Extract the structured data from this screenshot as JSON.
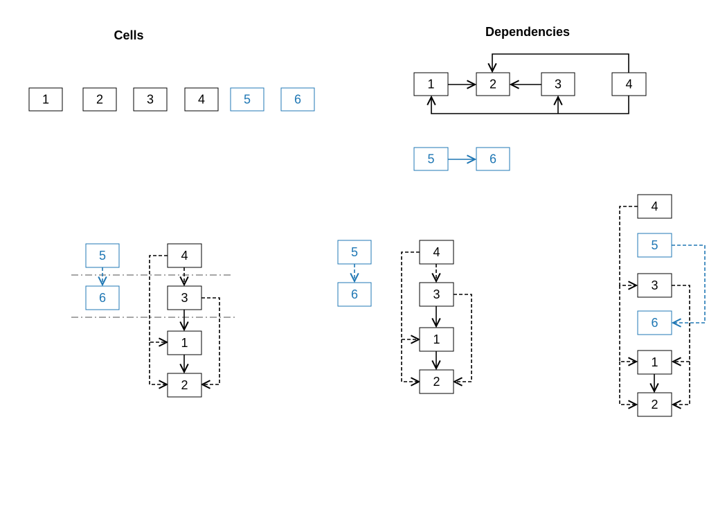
{
  "headings": {
    "cells": "Cells",
    "dependencies": "Dependencies"
  },
  "colors": {
    "black": "#000000",
    "blue": "#1f77b4",
    "separator": "#888888"
  },
  "cells_panel": [
    "1",
    "2",
    "3",
    "4",
    "5",
    "6"
  ],
  "dependencies_panel": {
    "nodes": [
      "1",
      "2",
      "3",
      "4",
      "5",
      "6"
    ],
    "edges": [
      {
        "from": "1",
        "to": "2"
      },
      {
        "from": "3",
        "to": "2"
      },
      {
        "from": "4",
        "to": "2"
      },
      {
        "from": "4",
        "to": "1"
      },
      {
        "from": "4",
        "to": "3"
      },
      {
        "from": "5",
        "to": "6"
      }
    ]
  },
  "layering_diagram": {
    "nodes": [
      "5",
      "6",
      "4",
      "3",
      "1",
      "2"
    ],
    "separators": 2
  },
  "compact_diagram": {
    "nodes": [
      "5",
      "6",
      "4",
      "3",
      "1",
      "2"
    ]
  },
  "sequence_diagram": {
    "nodes": [
      "4",
      "5",
      "3",
      "6",
      "1",
      "2"
    ]
  }
}
